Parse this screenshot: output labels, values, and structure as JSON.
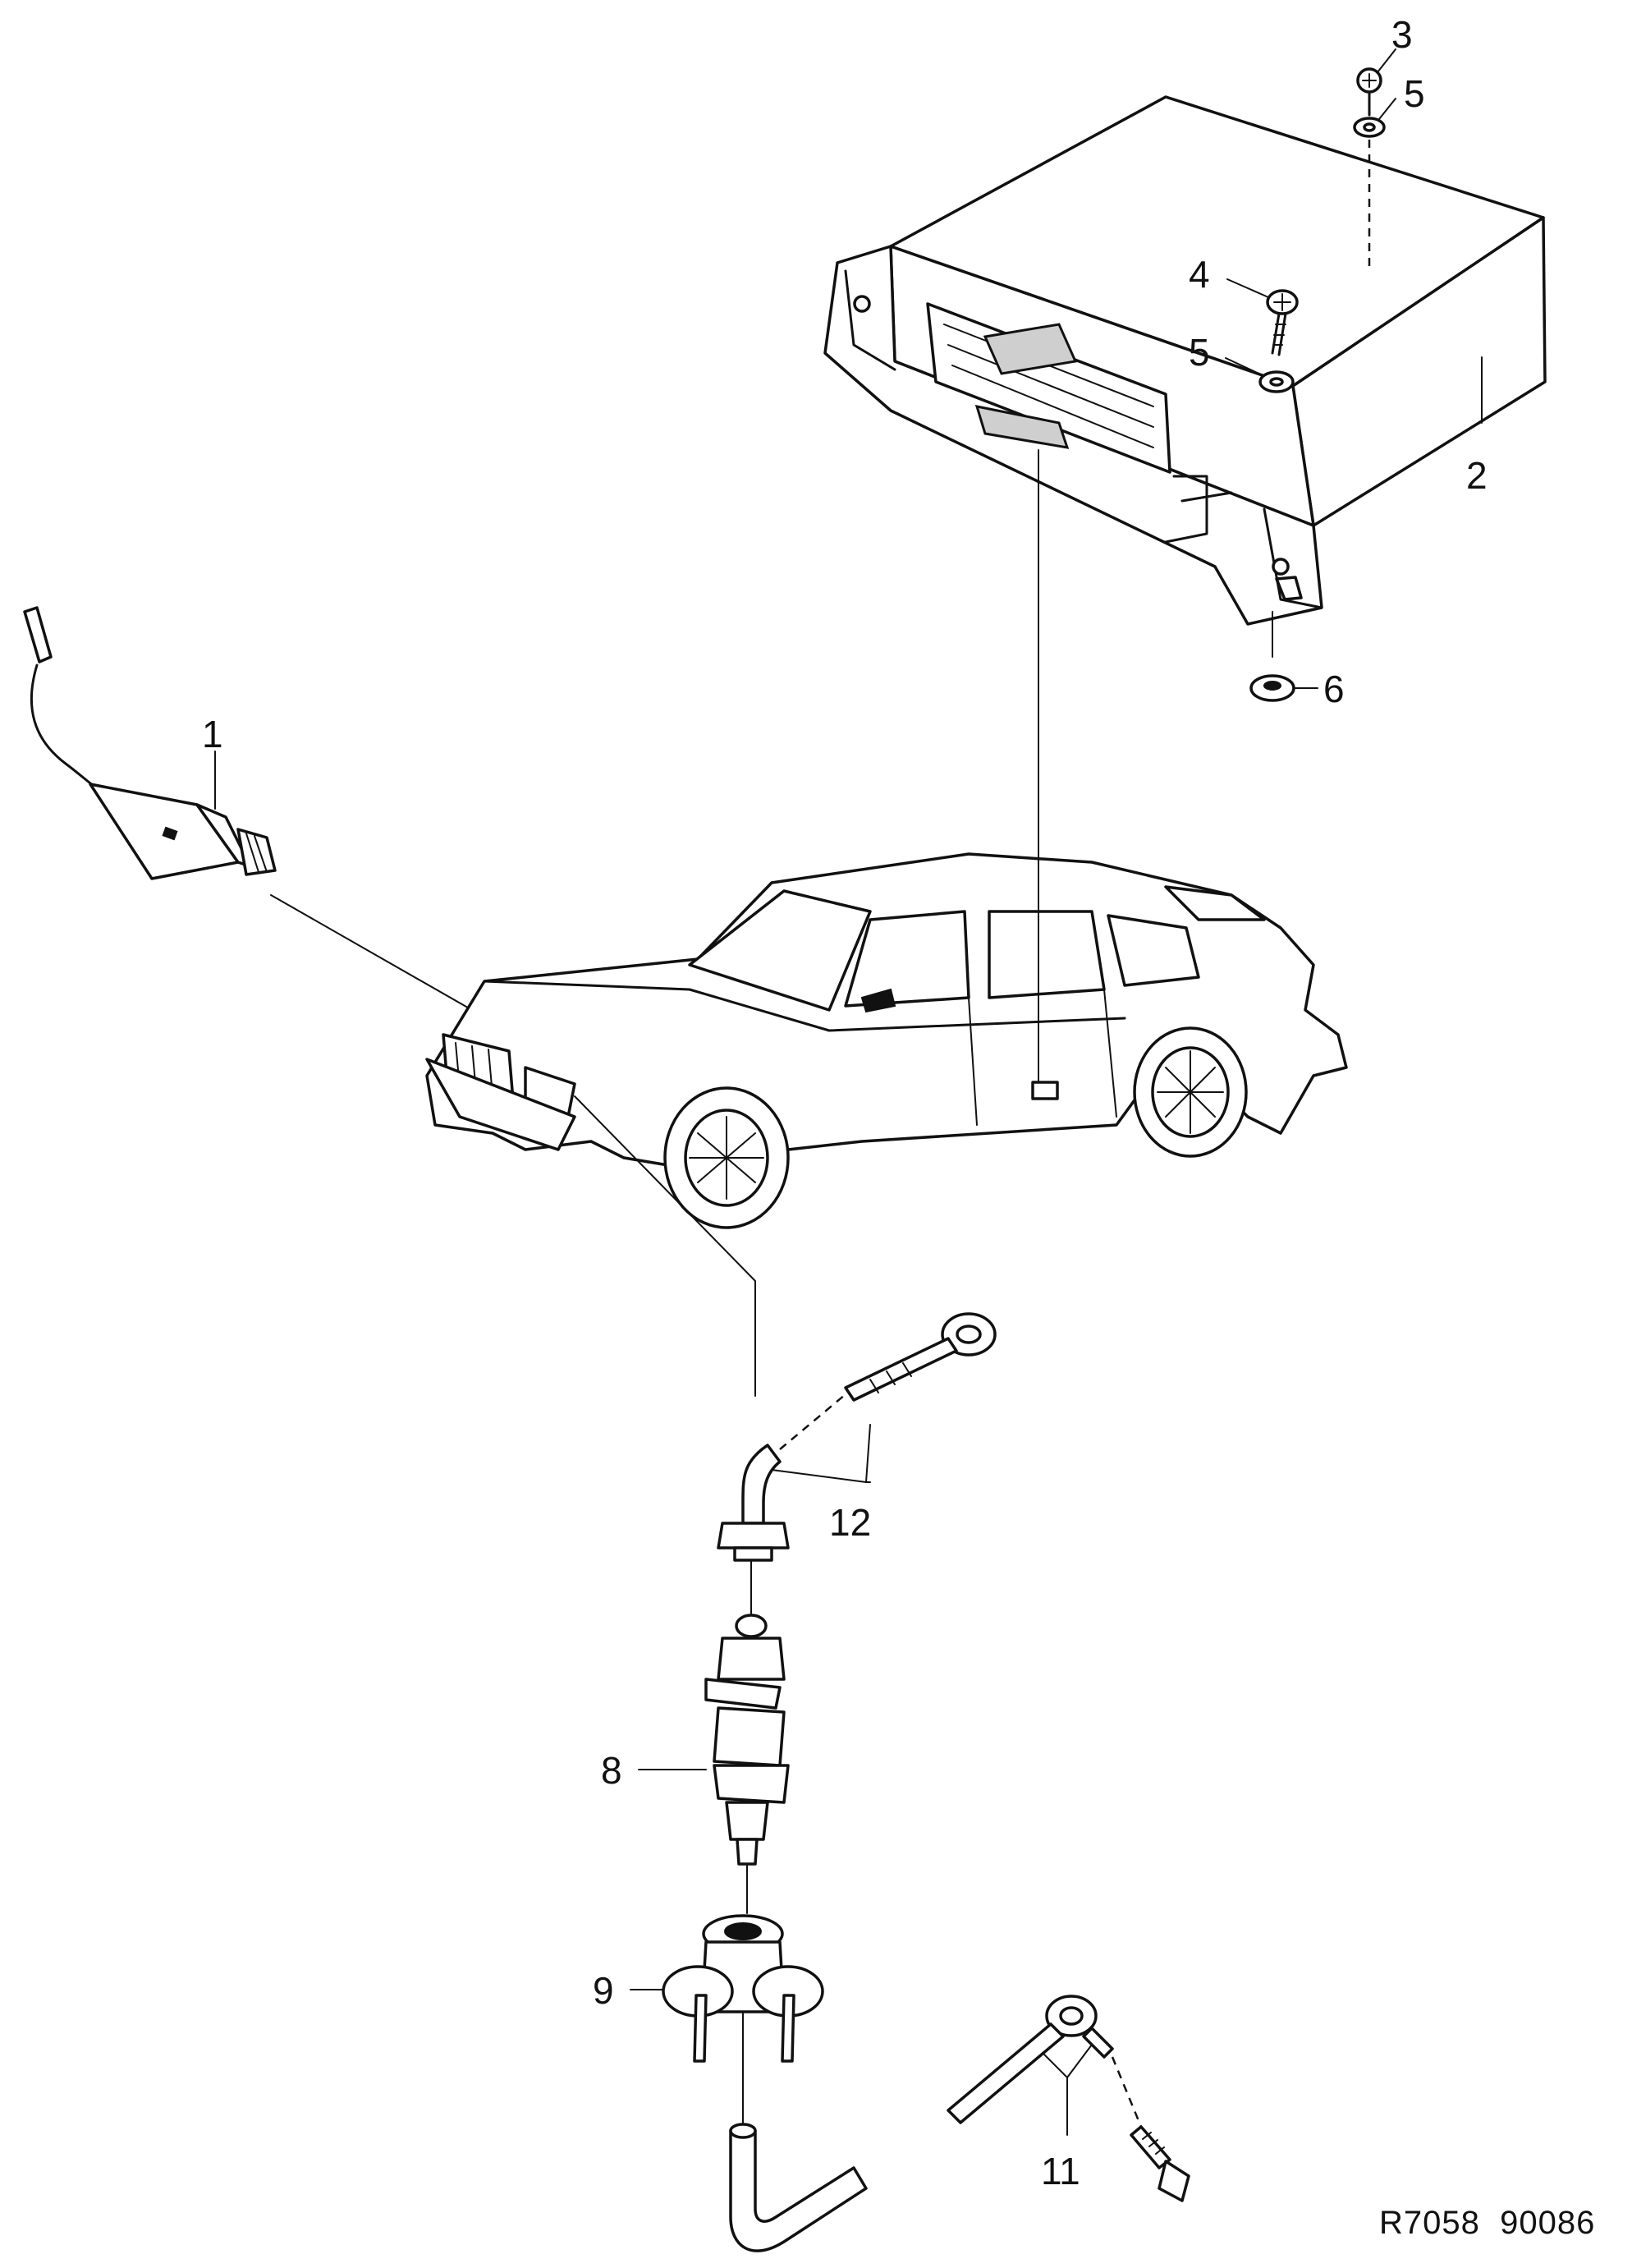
{
  "diagram": {
    "callouts": [
      {
        "id": "1",
        "label": "1"
      },
      {
        "id": "2",
        "label": "2"
      },
      {
        "id": "3",
        "label": "3"
      },
      {
        "id": "4",
        "label": "4"
      },
      {
        "id": "5a",
        "label": "5"
      },
      {
        "id": "5b",
        "label": "5"
      },
      {
        "id": "6",
        "label": "6"
      },
      {
        "id": "8",
        "label": "8"
      },
      {
        "id": "9",
        "label": "9"
      },
      {
        "id": "11",
        "label": "11"
      },
      {
        "id": "12",
        "label": "12"
      }
    ],
    "drawing_code": "R7058  90086"
  },
  "colors": {
    "line": "#111111",
    "background": "#ffffff"
  }
}
